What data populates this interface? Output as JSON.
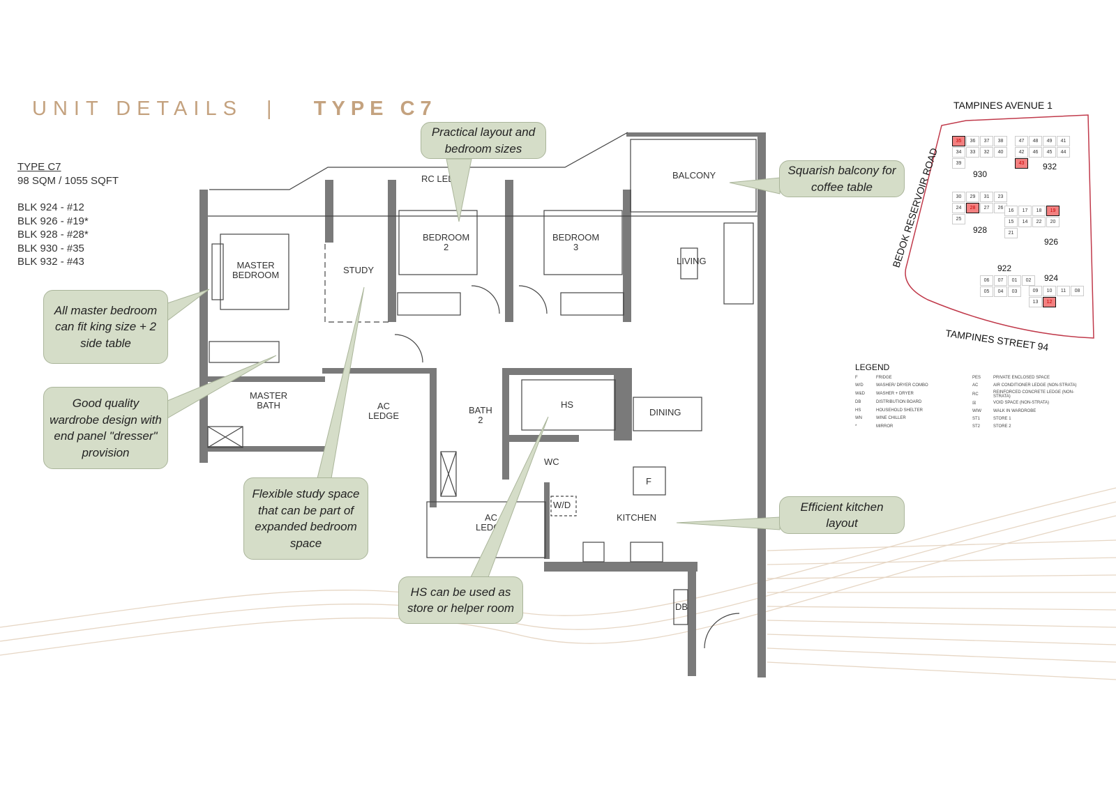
{
  "title": {
    "part1": "UNIT DETAILS",
    "sep": "|",
    "part2": "TYPE C7"
  },
  "unit_info": {
    "type": "TYPE C7",
    "area": "98 SQM / 1055 SQFT",
    "blocks": [
      "BLK 924 - #12",
      "BLK 926 - #19*",
      "BLK 928 - #28*",
      "BLK 930 - #35",
      "BLK 932 - #43"
    ]
  },
  "rooms": {
    "rc_ledge": "RC LEDGE",
    "balcony": "BALCONY",
    "bedroom2": "BEDROOM\n2",
    "bedroom3": "BEDROOM\n3",
    "master_bedroom": "MASTER\nBEDROOM",
    "study": "STUDY",
    "living": "LIVING",
    "master_bath": "MASTER\nBATH",
    "ac_ledge1": "AC\nLEDGE",
    "bath2": "BATH\n2",
    "hs": "HS",
    "dining": "DINING",
    "wc": "WC",
    "f": "F",
    "wd": "W/D",
    "kitchen": "KITCHEN",
    "ac_ledge2": "AC\nLEDGE",
    "db": "DB"
  },
  "callouts": {
    "layout": "Practical layout and bedroom sizes",
    "balcony": "Squarish balcony for coffee table",
    "master": "All master bedroom can fit king size + 2 side table",
    "wardrobe": "Good quality wardrobe design with end panel \"dresser\" provision",
    "study": "Flexible study space that can be part of expanded bedroom space",
    "hs": "HS can be used as store or helper room",
    "kitchen": "Efficient kitchen layout"
  },
  "site_map": {
    "roads": {
      "north": "TAMPINES AVENUE 1",
      "west": "BEDOK RESERVOIR ROAD",
      "south": "TAMPINES STREET 94"
    },
    "highlight_color": "#f28080",
    "blocks": [
      {
        "name": "930",
        "units": [
          "35",
          "36",
          "37",
          "38",
          "34",
          "33",
          "32",
          "40",
          "39"
        ],
        "highlight": "35"
      },
      {
        "name": "932",
        "units": [
          "47",
          "48",
          "49",
          "41",
          "42",
          "46",
          "45",
          "44",
          "43"
        ],
        "highlight": "43"
      },
      {
        "name": "928",
        "units": [
          "30",
          "29",
          "31",
          "23",
          "24",
          "28",
          "27",
          "26",
          "25"
        ],
        "highlight": "28"
      },
      {
        "name": "926",
        "units": [
          "16",
          "17",
          "18",
          "19",
          "15",
          "14",
          "22",
          "20",
          "21"
        ],
        "highlight": "19"
      },
      {
        "name": "922",
        "units": [
          "06",
          "07",
          "01",
          "02",
          "05",
          "04",
          "03"
        ],
        "highlight": ""
      },
      {
        "name": "924",
        "units": [
          "09",
          "10",
          "11",
          "08",
          "13",
          "12"
        ],
        "highlight": "12"
      }
    ]
  },
  "legend": {
    "title": "LEGEND",
    "left": [
      [
        "F",
        "FRIDGE"
      ],
      [
        "W/D",
        "WASHER/ DRYER COMBO"
      ],
      [
        "W&D",
        "WASHER + DRYER"
      ],
      [
        "DB",
        "DISTRIBUTION BOARD"
      ],
      [
        "HS",
        "HOUSEHOLD SHELTER"
      ],
      [
        "WN",
        "WINE CHILLER"
      ],
      [
        "*",
        "MIRROR"
      ]
    ],
    "right": [
      [
        "PES",
        "PRIVATE ENCLOSED SPACE"
      ],
      [
        "AC",
        "AIR CONDITIONER LEDGE (NON-STRATA)"
      ],
      [
        "RC",
        "REINFORCED CONCRETE LEDGE (NON-STRATA)"
      ],
      [
        "☒",
        "VOID SPACE (NON-STRATA)"
      ],
      [
        "WIW",
        "WALK IN WARDROBE"
      ],
      [
        "ST1",
        "STORE 1"
      ],
      [
        "ST2",
        "STORE 2"
      ]
    ]
  },
  "colors": {
    "title": "#c4a27f",
    "callout_bg": "#d5ddc8",
    "wall": "#7a7a7a",
    "site_boundary": "#c0394a"
  }
}
